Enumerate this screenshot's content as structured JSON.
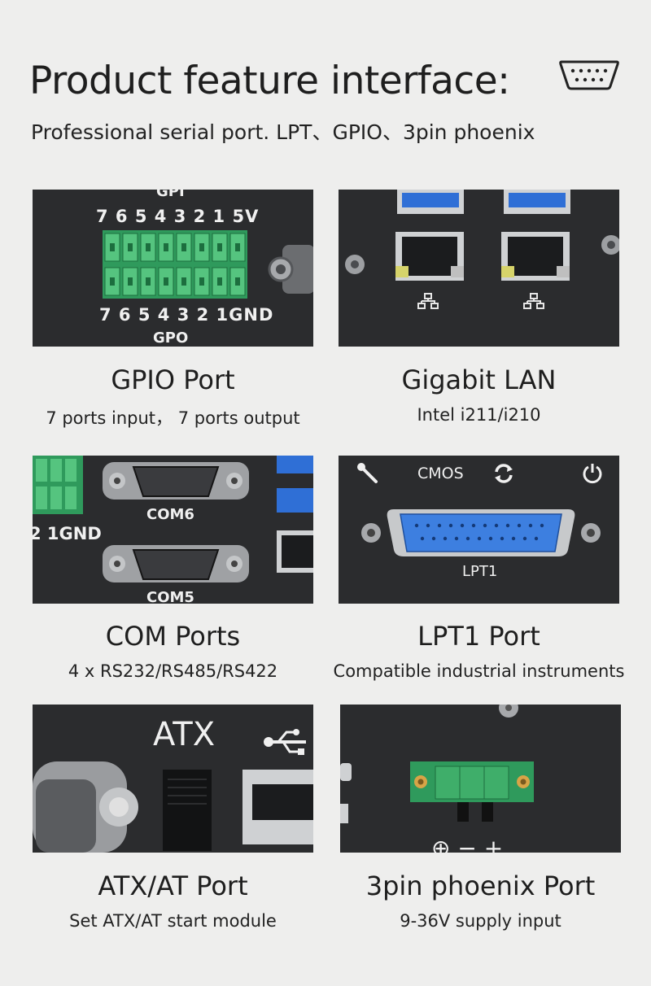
{
  "header": {
    "title": "Product feature interface:",
    "subtitle": "Professional serial port. LPT、GPIO、3pin phoenix",
    "icon": "serial-port-icon"
  },
  "features": [
    {
      "title": "GPIO Port",
      "subtitle": "7 ports input，  7 ports output",
      "labels": {
        "top": "GPI",
        "input_pins": "7 6 5 4 3 2 1 5V",
        "output_pins": "7 6 5 4 3 2 1GND",
        "bottom": "GPO"
      }
    },
    {
      "title": "Gigabit LAN",
      "subtitle": "Intel i211/i210"
    },
    {
      "title": "COM Ports",
      "subtitle": "4 x RS232/RS485/RS422",
      "labels": {
        "com6": "COM6",
        "com5": "COM5",
        "gnd": "2 1GND"
      }
    },
    {
      "title": "LPT1 Port",
      "subtitle": "Compatible industrial instruments",
      "labels": {
        "cmos": "CMOS",
        "lpt": "LPT1"
      }
    },
    {
      "title": "ATX/AT Port",
      "subtitle": "Set ATX/AT start module",
      "labels": {
        "atx": "ATX"
      }
    },
    {
      "title": "3pin phoenix Port",
      "subtitle": "9-36V supply input",
      "labels": {
        "symbols": "⊕ − +"
      }
    }
  ],
  "colors": {
    "panel": "#2b2c2e",
    "terminal_green": "#3fae6a",
    "usb_blue": "#2f6fd6",
    "lpt_blue": "#3d7fe0"
  }
}
